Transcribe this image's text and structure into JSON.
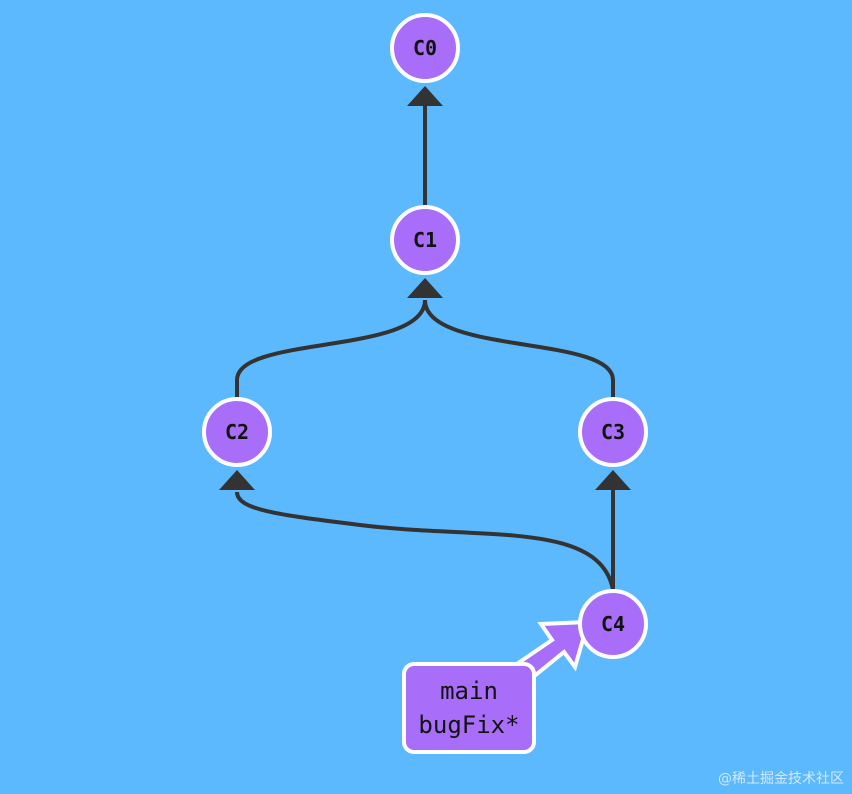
{
  "colors": {
    "background": "#5cb9fe",
    "commit": "#a86ef9",
    "edge": "#333333",
    "outline": "#ffffff"
  },
  "commits": [
    {
      "id": "C0",
      "label": "C0"
    },
    {
      "id": "C1",
      "label": "C1"
    },
    {
      "id": "C2",
      "label": "C2"
    },
    {
      "id": "C3",
      "label": "C3"
    },
    {
      "id": "C4",
      "label": "C4"
    }
  ],
  "edges": [
    {
      "from": "C1",
      "to": "C0"
    },
    {
      "from": "C2",
      "to": "C1"
    },
    {
      "from": "C3",
      "to": "C1"
    },
    {
      "from": "C4",
      "to": "C2"
    },
    {
      "from": "C4",
      "to": "C3"
    }
  ],
  "branches": {
    "target": "C4",
    "labels": [
      "main",
      "bugFix*"
    ]
  },
  "watermark": "@稀土掘金技术社区"
}
